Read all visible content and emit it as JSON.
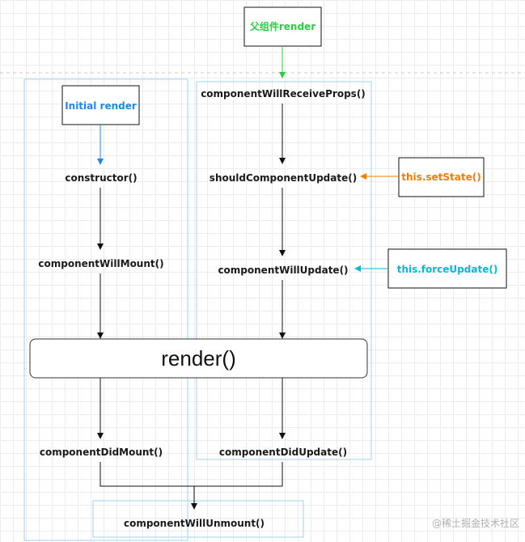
{
  "diagram": {
    "parent_render": {
      "label": "父组件render",
      "color": "#2ecc40"
    },
    "initial_render": {
      "label": "Initial render",
      "color": "#1e88e5"
    },
    "mount": {
      "constructor": "constructor()",
      "will_mount": "componentWillMount()",
      "did_mount": "componentDidMount()"
    },
    "update": {
      "will_receive_props": "componentWillReceiveProps()",
      "should_update": "shouldComponentUpdate()",
      "will_update": "componentWillUpdate()",
      "did_update": "componentDidUpdate()"
    },
    "set_state": {
      "label": "this.setState()",
      "color": "#f57c00"
    },
    "force_update": {
      "label": "this.forceUpdate()",
      "color": "#00bcd4"
    },
    "render": "render()",
    "will_unmount": "componentWillUnmount()",
    "watermark": "@稀土掘金技术社区"
  }
}
